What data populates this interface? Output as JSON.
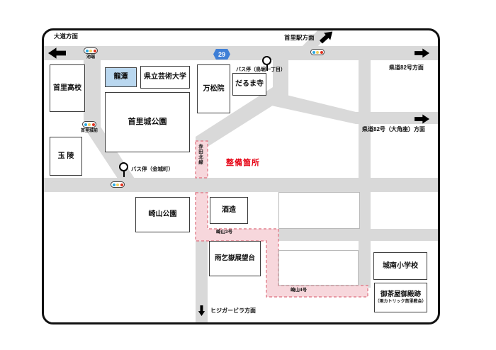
{
  "directions": {
    "daido": "大道方面",
    "shuri_station": "首里駅方面",
    "kendo82": "県道82号方面",
    "kendo82_okakuza": "県道82号（大角座）方面",
    "hijigabira": "ヒジガービラ方面"
  },
  "route_badge": "29",
  "intersections": {
    "ikehata": "池端",
    "shurijo_mae": "首里城前"
  },
  "bus_stops": {
    "torihori": "バス停（鳥堀一丁目）",
    "kinjo": "バス停（金城町）"
  },
  "roads": {
    "akata_kita": "赤田北線",
    "sakiyama3": "崎山3号",
    "sakiyama4": "崎山4号"
  },
  "annotation": {
    "seibi": "整備箇所"
  },
  "places": {
    "shuri_hs": "首里高校",
    "ryutan": "龍潭",
    "geidai": "県立芸術大学",
    "shurijo_park": "首里城公園",
    "manshoin": "万松院",
    "daruma": "だるま寺",
    "tamaudun": "玉 陵",
    "sakiyama_park": "崎山公園",
    "shuzo": "酒造",
    "amagoi": "雨乞嶽展望台",
    "jonan_es": "城南小学校",
    "ochaya_title": "御茶屋御殿跡",
    "ochaya_sub": "（現カトリック首里教会）"
  },
  "colors": {
    "road_gray": "#d9d9d9",
    "route_fill": "#f7d7dc",
    "route_dash": "#e2808d",
    "ryutan_blue": "#b9d7ef",
    "badge_blue": "#3f7fd6",
    "alert_red": "#e60012"
  }
}
